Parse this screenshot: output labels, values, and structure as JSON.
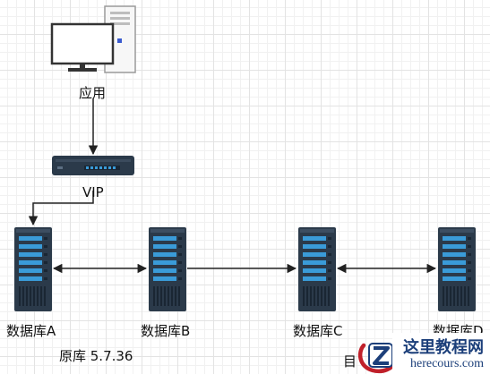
{
  "labels": {
    "app": "应用",
    "vip": "VIP",
    "db_a": "数据库A",
    "db_b": "数据库B",
    "db_c": "数据库C",
    "db_d": "数据库D",
    "source": "原库 5.7.36",
    "target": "目"
  },
  "watermark": {
    "title": "这里教程网",
    "url": "herecours.com"
  },
  "colors": {
    "server_body": "#2b3a4a",
    "server_bay": "#3a9bd8",
    "line": "#222222"
  }
}
